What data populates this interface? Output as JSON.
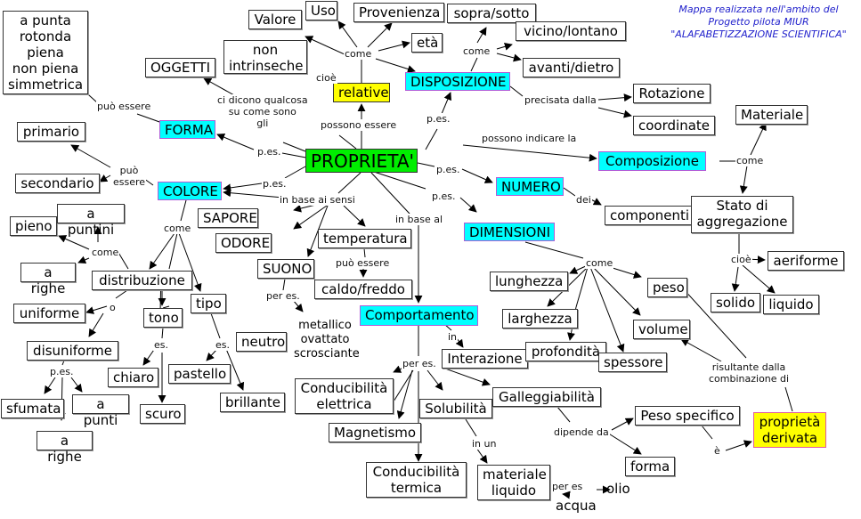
{
  "credit": {
    "line1": "Mappa realizzata nell'ambito del",
    "line2": "Progetto pilota MIUR",
    "line3": "\"ALAFABETIZZAZIONE SCIENTIFICA\""
  },
  "colors": {
    "root": "#00ee00",
    "category": "#00ffff",
    "category_border": "#b15bd6",
    "highlight": "#ffff00",
    "credit_text": "#2222cc"
  },
  "nodes": {
    "proprieta": "PROPRIETA'",
    "relative": "relative",
    "non_intrinseche": "non\nintrinseche",
    "valore": "Valore",
    "uso": "Uso",
    "provenienza": "Provenienza",
    "eta": "età",
    "disposizione": "DISPOSIZIONE",
    "sopra_sotto": "sopra/sotto",
    "vicino_lontano": "vicino/lontano",
    "avanti_dietro": "avanti/dietro",
    "rotazione": "Rotazione",
    "coordinate": "coordinate",
    "oggetti": "OGGETTI",
    "forma": "FORMA",
    "forma_shapes": "a punta\nrotonda\npiena\nnon piena\nsimmetrica",
    "colore": "COLORE",
    "primario": "primario",
    "secondario": "secondario",
    "pieno": "pieno",
    "a_puntini": "a puntini",
    "a_righe_1": "a righe",
    "distribuzione": "distribuzione",
    "uniforme": "uniforme",
    "disuniforme": "disuniforme",
    "sfumata": "sfumata",
    "a_punti": "a punti",
    "a_righe_2": "a righe",
    "tono": "tono",
    "chiaro": "chiaro",
    "scuro": "scuro",
    "tipo": "tipo",
    "neutro": "neutro",
    "pastello": "pastello",
    "brillante": "brillante",
    "sapore": "SAPORE",
    "odore": "ODORE",
    "suono": "SUONO",
    "suono_examples": "metallico\novattato\nscrosciante",
    "temperatura": "temperatura",
    "caldo_freddo": "caldo/freddo",
    "comportamento": "Comportamento",
    "interazione": "Interazione",
    "cond_elettrica": "Conducibilità\nelettrica",
    "magnetismo": "Magnetismo",
    "cond_termica": "Conducibilità\ntermica",
    "solubilita": "Solubilità",
    "materiale_liquido": "materiale\nliquido",
    "olio": "olio",
    "acqua": "acqua",
    "galleggiabilita": "Galleggiabilità",
    "peso_specifico": "Peso specifico",
    "forma_small": "forma",
    "proprieta_derivata": "proprietà\nderivata",
    "numero": "NUMERO",
    "componenti": "componenti",
    "composizione": "Composizione",
    "materiale": "Materiale",
    "stato_aggregazione": "Stato di\naggregazione",
    "aeriforme": "aeriforme",
    "solido": "solido",
    "liquido": "liquido",
    "dimensioni": "DIMENSIONI",
    "lunghezza": "lunghezza",
    "larghezza": "larghezza",
    "profondita": "profondità",
    "spessore": "spessore",
    "peso": "peso",
    "volume": "volume"
  },
  "links": {
    "possono_essere": "possono essere",
    "cioe_1": "cioè",
    "come_1": "come",
    "pes_disp": "p.es.",
    "come_disp": "come",
    "precisata_dalla": "precisata dalla",
    "ci_dicono": "ci dicono qualcosa\nsu come sono\ngli",
    "pes_forma": "p.es.",
    "puo_essere_forma": "può essere",
    "pes_colore": "p.es.",
    "puo_essere_colore": "può\nessere",
    "come_colore": "come",
    "come_distr": "come",
    "o": "o",
    "pes_disunif": "p.es.",
    "es_tono": "es.",
    "es_tipo": "es.",
    "in_base_sensi": "in base ai sensi",
    "per_es_suono": "per es.",
    "puo_essere_temp": "può essere",
    "in_base_al": "in base al",
    "in": "in",
    "per_es_comp": "per es.",
    "in_un": "in un",
    "per_es_liquido": "per es",
    "dipende_da": "dipende da",
    "e": "è",
    "risultante": "risultante dalla\ncombinazione di",
    "possono_indicare": "possono indicare la",
    "come_comp": "come",
    "pes_numero": "p.es.",
    "dei": "dei",
    "cioe_stato": "cioè",
    "pes_dim": "p.es.",
    "come_dim": "come"
  }
}
